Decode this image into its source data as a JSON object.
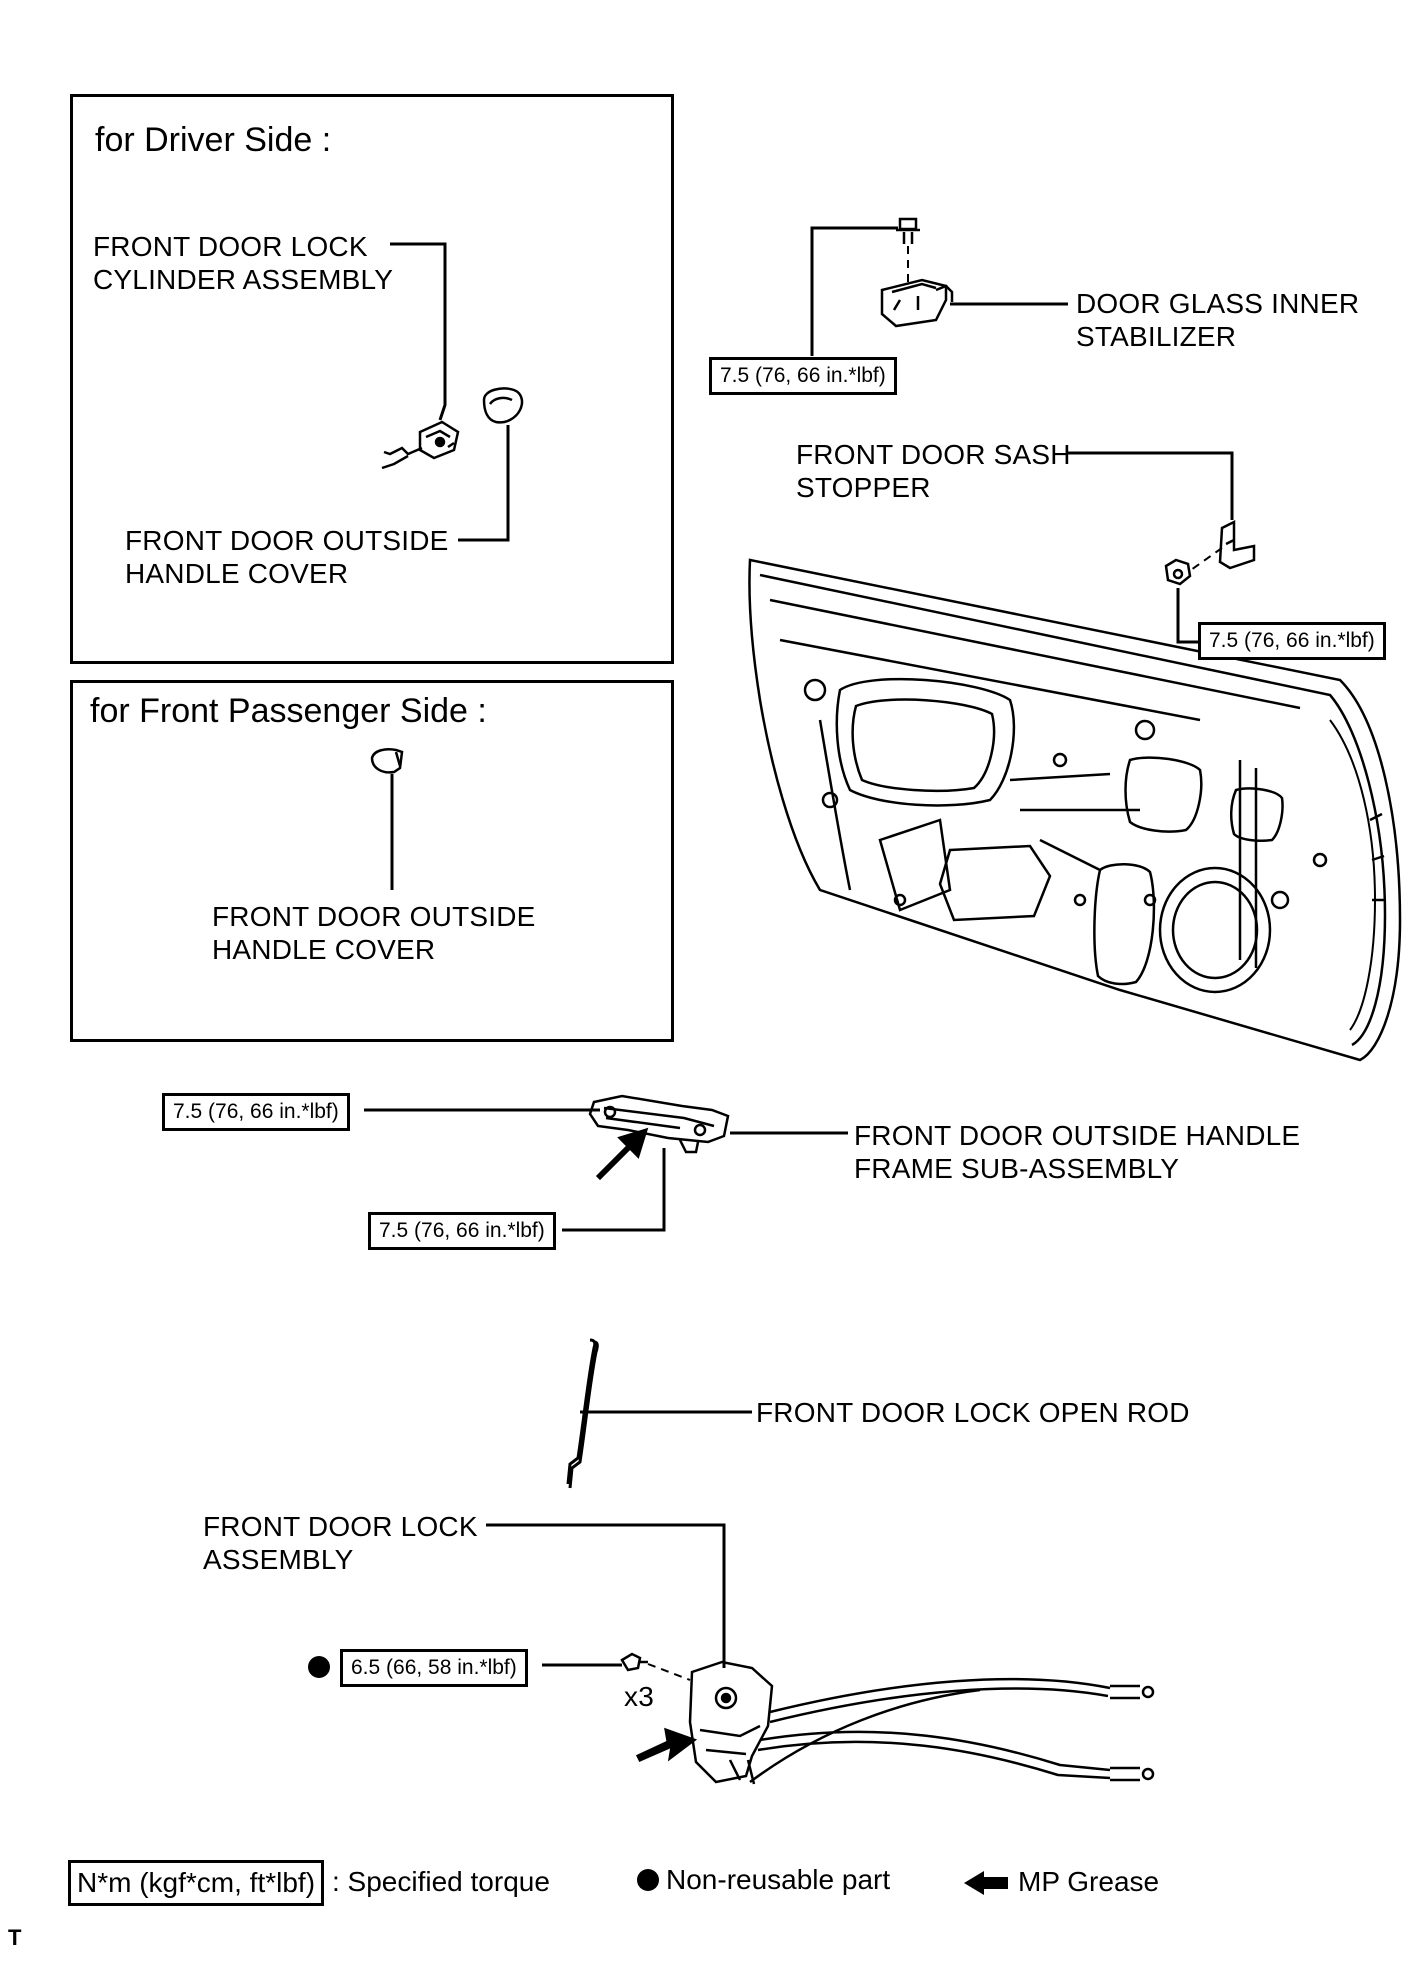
{
  "panels": {
    "driver_title": "for Driver Side :",
    "passenger_title": "for Front Passenger Side :"
  },
  "labels": {
    "lock_cylinder": "FRONT DOOR LOCK\nCYLINDER ASSEMBLY",
    "handle_cover_driver": "FRONT DOOR OUTSIDE\nHANDLE COVER",
    "handle_cover_passenger": "FRONT DOOR OUTSIDE\nHANDLE COVER",
    "glass_stabilizer": "DOOR GLASS INNER\nSTABILIZER",
    "sash_stopper": "FRONT DOOR SASH\nSTOPPER",
    "handle_frame": "FRONT DOOR OUTSIDE HANDLE\nFRAME SUB-ASSEMBLY",
    "open_rod": "FRONT DOOR LOCK OPEN ROD",
    "lock_assembly": "FRONT DOOR LOCK\nASSEMBLY",
    "qty": "x3"
  },
  "torques": {
    "stabilizer_bolt": "7.5 (76, 66 in.*lbf)",
    "sash_stopper_nut": "7.5 (76, 66 in.*lbf)",
    "handle_frame_upper": "7.5 (76, 66 in.*lbf)",
    "handle_frame_lower": "7.5 (76, 66 in.*lbf)",
    "lock_screws": "6.5 (66, 58 in.*lbf)"
  },
  "legend": {
    "torque_unit": "N*m (kgf*cm, ft*lbf)",
    "torque_text": ": Specified torque",
    "nonreusable_text": "Non-reusable part",
    "grease_text": "MP Grease"
  },
  "footer_mark": "T",
  "colors": {
    "ink": "#000000",
    "paper": "#ffffff"
  }
}
